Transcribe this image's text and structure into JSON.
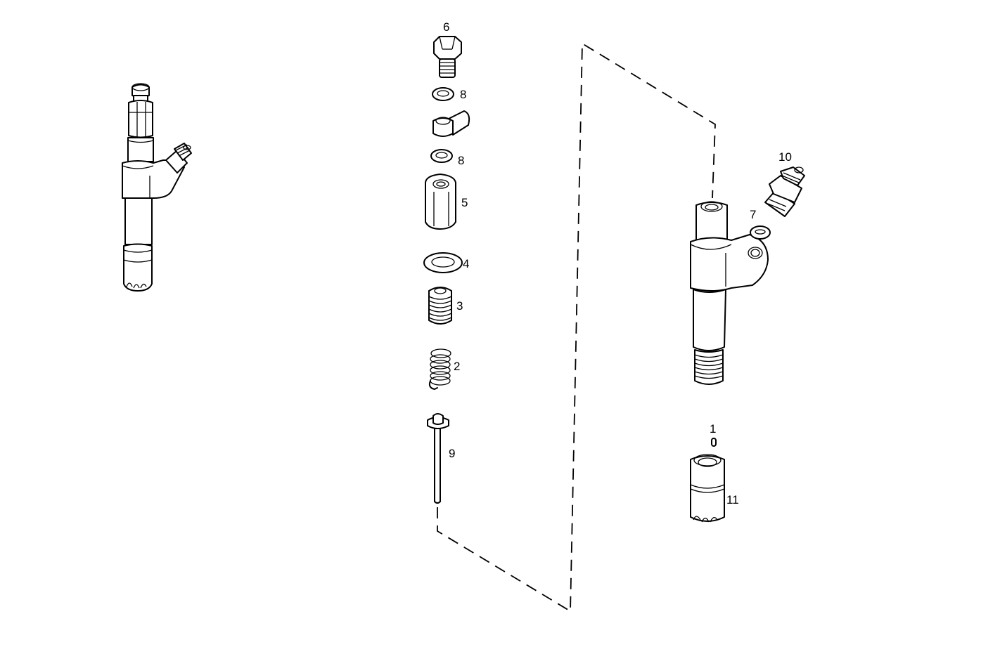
{
  "diagram": {
    "type": "exploded-parts-diagram",
    "subject": "fuel injector",
    "views": {
      "assembled": "assembled-injector",
      "exploded": "exploded-components"
    },
    "callouts": [
      {
        "id": "callout-6",
        "label": "6",
        "part": "banjo-bolt"
      },
      {
        "id": "callout-8a",
        "label": "8",
        "part": "sealing-washer-upper"
      },
      {
        "id": "callout-8b",
        "label": "8",
        "part": "sealing-washer-lower"
      },
      {
        "id": "callout-5",
        "label": "5",
        "part": "hex-cap-nut"
      },
      {
        "id": "callout-4",
        "label": "4",
        "part": "washer"
      },
      {
        "id": "callout-3",
        "label": "3",
        "part": "spring-seat"
      },
      {
        "id": "callout-2",
        "label": "2",
        "part": "pressure-spring"
      },
      {
        "id": "callout-9",
        "label": "9",
        "part": "push-rod"
      },
      {
        "id": "callout-10",
        "label": "10",
        "part": "inlet-connector"
      },
      {
        "id": "callout-7",
        "label": "7",
        "part": "connector-seal-washer"
      },
      {
        "id": "callout-1",
        "label": "1",
        "part": "nozzle-pin"
      },
      {
        "id": "callout-11",
        "label": "11",
        "part": "nozzle-nut"
      }
    ]
  }
}
